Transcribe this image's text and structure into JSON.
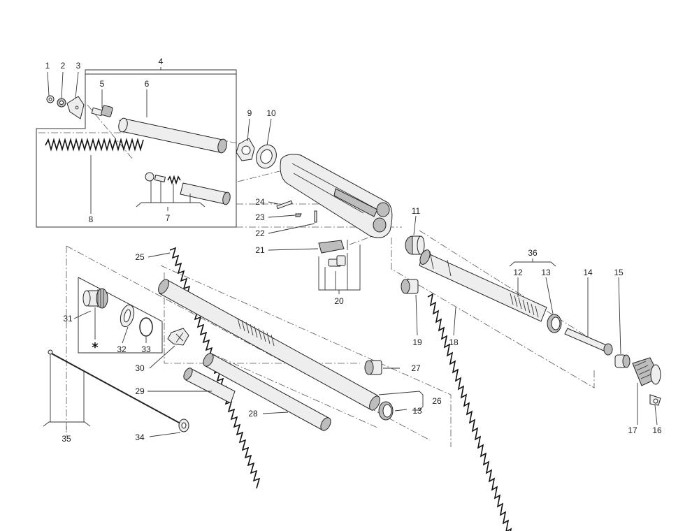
{
  "labels": {
    "p1": "1",
    "p2": "2",
    "p3": "3",
    "p4": "4",
    "p5": "5",
    "p6": "6",
    "p7": "7",
    "p8": "8",
    "p9": "9",
    "p10": "10",
    "p11": "11",
    "p12": "12",
    "p13a": "13",
    "p13b": "13",
    "p14": "14",
    "p15": "15",
    "p16": "16",
    "p17": "17",
    "p18": "18",
    "p19": "19",
    "p20": "20",
    "p21": "21",
    "p22": "22",
    "p23": "23",
    "p24": "24",
    "p25": "25",
    "p26": "26",
    "p27": "27",
    "p28": "28",
    "p29": "29",
    "p30": "30",
    "p31": "31",
    "p32": "32",
    "p33": "33",
    "p34": "34",
    "p35": "35",
    "p36": "36"
  },
  "marker": "*",
  "colors": {
    "line": "#333333",
    "part_fill": "#eeeeee",
    "dark_fill": "#bdbdbd"
  }
}
